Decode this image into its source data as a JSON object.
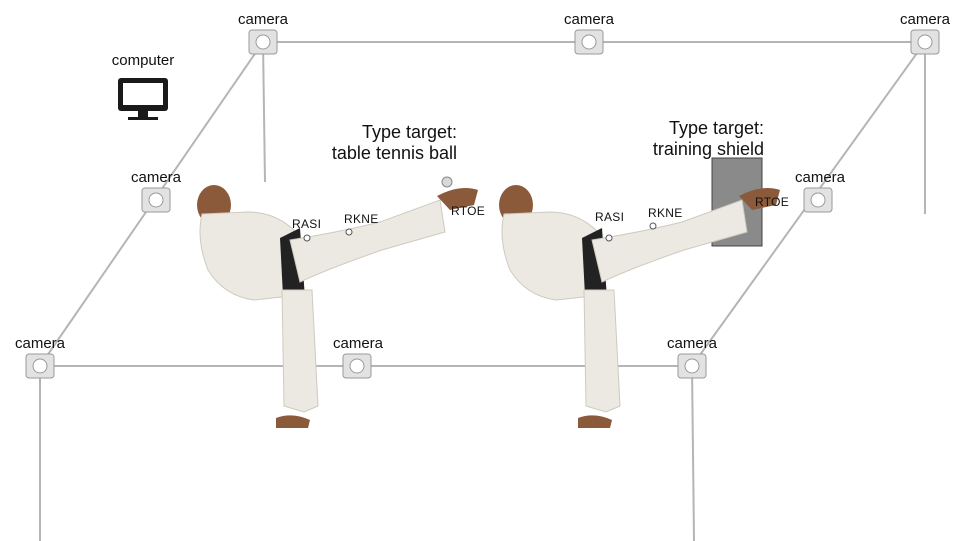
{
  "cameras": [
    {
      "label": "camera"
    },
    {
      "label": "camera"
    },
    {
      "label": "camera"
    },
    {
      "label": "camera"
    },
    {
      "label": "camera"
    },
    {
      "label": "camera"
    },
    {
      "label": "camera"
    },
    {
      "label": "camera"
    }
  ],
  "computer": {
    "label": "computer",
    "icon": "monitor-icon"
  },
  "targets": [
    {
      "line1": "Type target:",
      "line2": "table tennis ball"
    },
    {
      "line1": "Type target:",
      "line2": "training shield"
    }
  ],
  "athletes": [
    {
      "markers": {
        "rasi": "RASI",
        "rkne": "RKNE",
        "rtoe": "RTOE"
      }
    },
    {
      "markers": {
        "rasi": "RASI",
        "rkne": "RKNE",
        "rtoe": "RTOE"
      }
    }
  ],
  "colors": {
    "frame": "#b5b5b5",
    "camera_fill": "#e2e2e2",
    "shield": "#8a8a8a",
    "gi": "#ece9e2",
    "skin": "#8b5a3a",
    "belt": "#222222"
  }
}
